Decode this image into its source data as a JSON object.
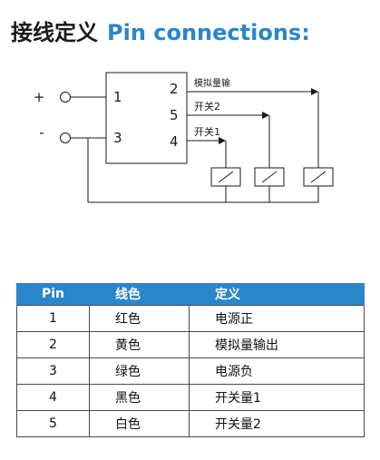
{
  "header": {
    "title_cn": "接线定义",
    "title_en": "Pin connections:"
  },
  "diagram": {
    "plus": "+",
    "minus": "-",
    "pins_left": [
      "1",
      "3"
    ],
    "pins_right": [
      "2",
      "5",
      "4"
    ],
    "outputs": [
      "模拟量输",
      "开关2",
      "开关1"
    ]
  },
  "table": {
    "headers": [
      "Pin",
      "线色",
      "定义"
    ],
    "rows": [
      [
        "1",
        "红色",
        "电源正"
      ],
      [
        "2",
        "黄色",
        "模拟量输出"
      ],
      [
        "3",
        "绿色",
        "电源负"
      ],
      [
        "4",
        "黑色",
        "开关量1"
      ],
      [
        "5",
        "白色",
        "开关量2"
      ]
    ]
  },
  "colors": {
    "accent": "#2a86c9",
    "line": "#1a1a1a",
    "table_border": "#4a4a4a"
  }
}
